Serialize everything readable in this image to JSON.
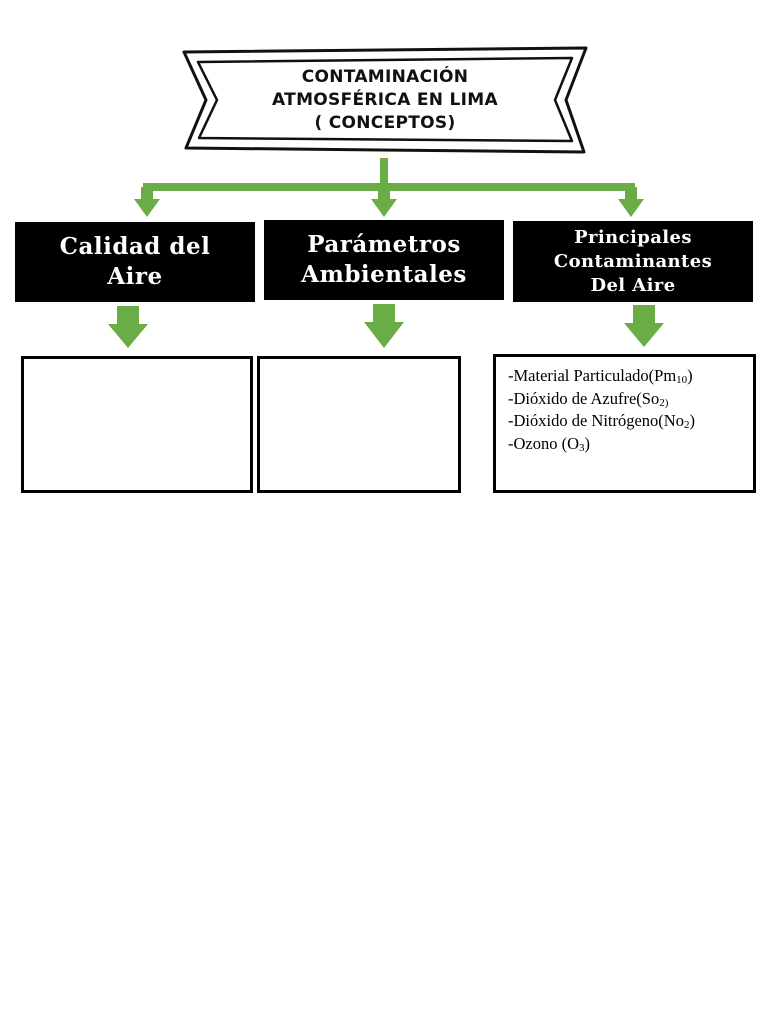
{
  "title": {
    "lines": [
      "CONTAMINACIÓN",
      "ATMOSFÉRICA EN LIMA",
      "( CONCEPTOS)"
    ]
  },
  "categories": [
    {
      "lines": [
        "Calidad del",
        "Aire"
      ]
    },
    {
      "lines": [
        "Parámetros",
        "Ambientales"
      ]
    },
    {
      "lines": [
        "Principales",
        "Contaminantes",
        "Del Aire"
      ]
    }
  ],
  "pollutants": [
    {
      "prefix": "-Material Particulado(Pm",
      "sub": "10",
      "suffix": ")"
    },
    {
      "prefix": "-Dióxido de Azufre(So",
      "sub": "2)",
      "suffix": ""
    },
    {
      "prefix": "-Dióxido de Nitrógeno(No",
      "sub": "2",
      "suffix": ")"
    },
    {
      "prefix": "-Ozono (O",
      "sub": "3",
      "suffix": ")"
    }
  ],
  "colors": {
    "arrow_green": "#6aad46",
    "category_bg": "#000000",
    "banner_stroke": "#111111"
  }
}
